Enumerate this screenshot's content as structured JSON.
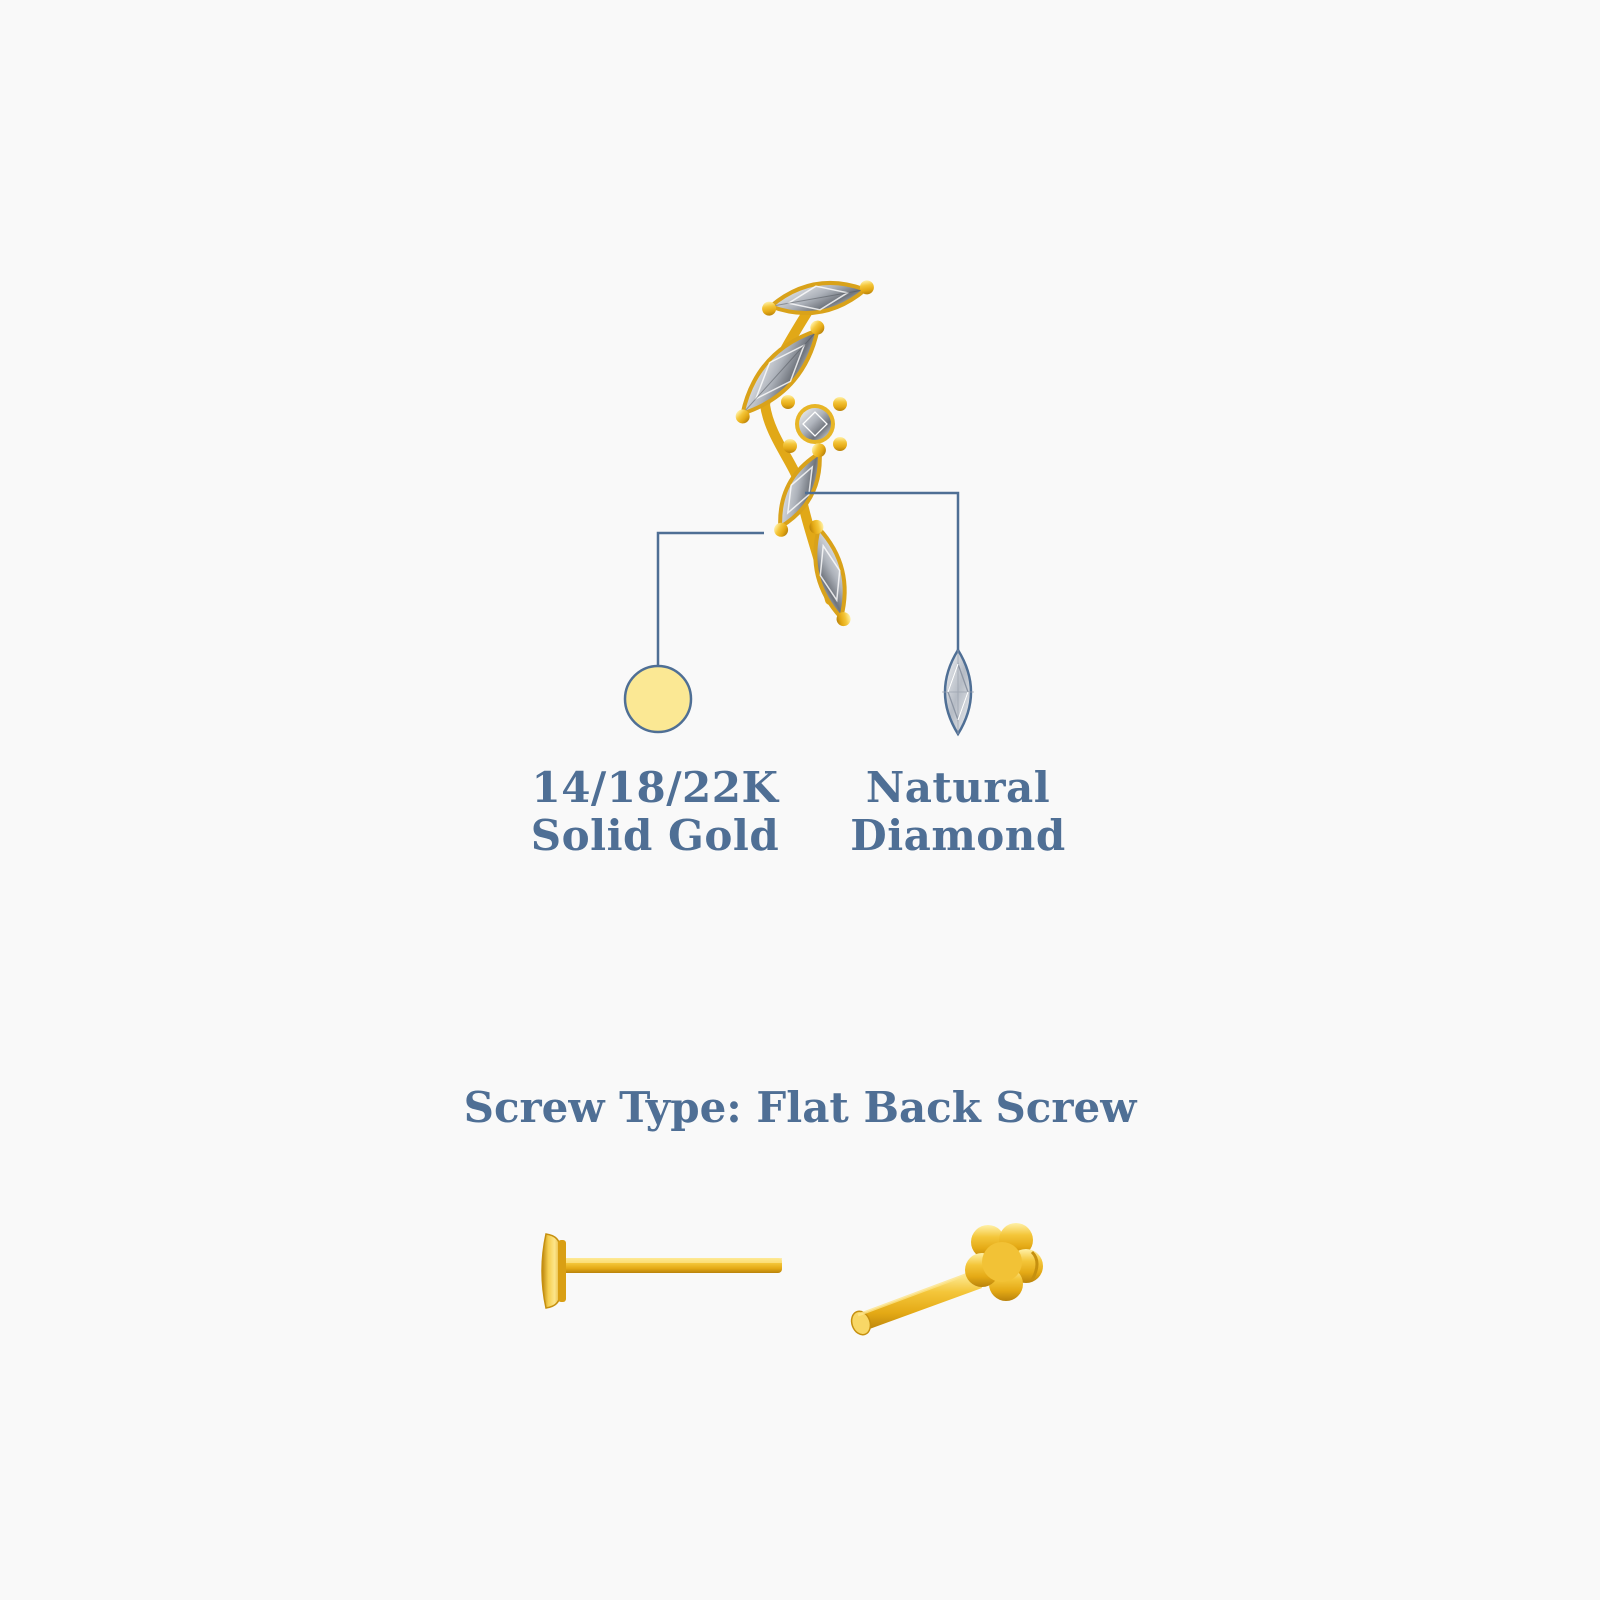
{
  "colors": {
    "background": "#f9f9f9",
    "text": "#4f6f95",
    "line": "#4f6f95",
    "gold": "#e6ad1c",
    "gold_light": "#f8d972",
    "gold_swatch": "#fbe894",
    "diamond": "#c9ced6"
  },
  "features": {
    "gold": {
      "line1": "14/18/22K",
      "line2": "Solid Gold",
      "icon": "gold-swatch-circle-icon"
    },
    "diamond": {
      "line1": "Natural",
      "line2": "Diamond",
      "icon": "marquise-diamond-icon"
    }
  },
  "screw": {
    "title": "Screw Type: Flat Back Screw",
    "icons": [
      "flat-back-screw-side-icon",
      "flat-back-screw-angled-icon"
    ]
  },
  "product": {
    "icon": "marquise-diamond-ear-climber-icon"
  }
}
